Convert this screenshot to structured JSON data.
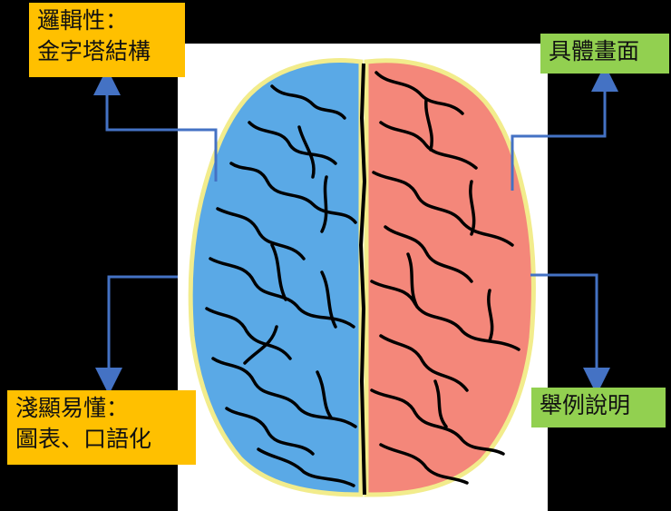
{
  "labels": {
    "logic": {
      "line1": "邏輯性：",
      "line2": "金字塔結構"
    },
    "easy": {
      "line1": "淺顯易懂：",
      "line2": "圖表、口語化"
    },
    "concrete": {
      "line1": "具體畫面"
    },
    "example": {
      "line1": "舉例說明"
    }
  },
  "colors": {
    "left_hemisphere": "#5aa9e6",
    "right_hemisphere": "#f4877a",
    "outline": "#f5f0a0",
    "orange_box": "#ffc000",
    "green_box": "#92d050",
    "arrow": "#4472c4"
  }
}
